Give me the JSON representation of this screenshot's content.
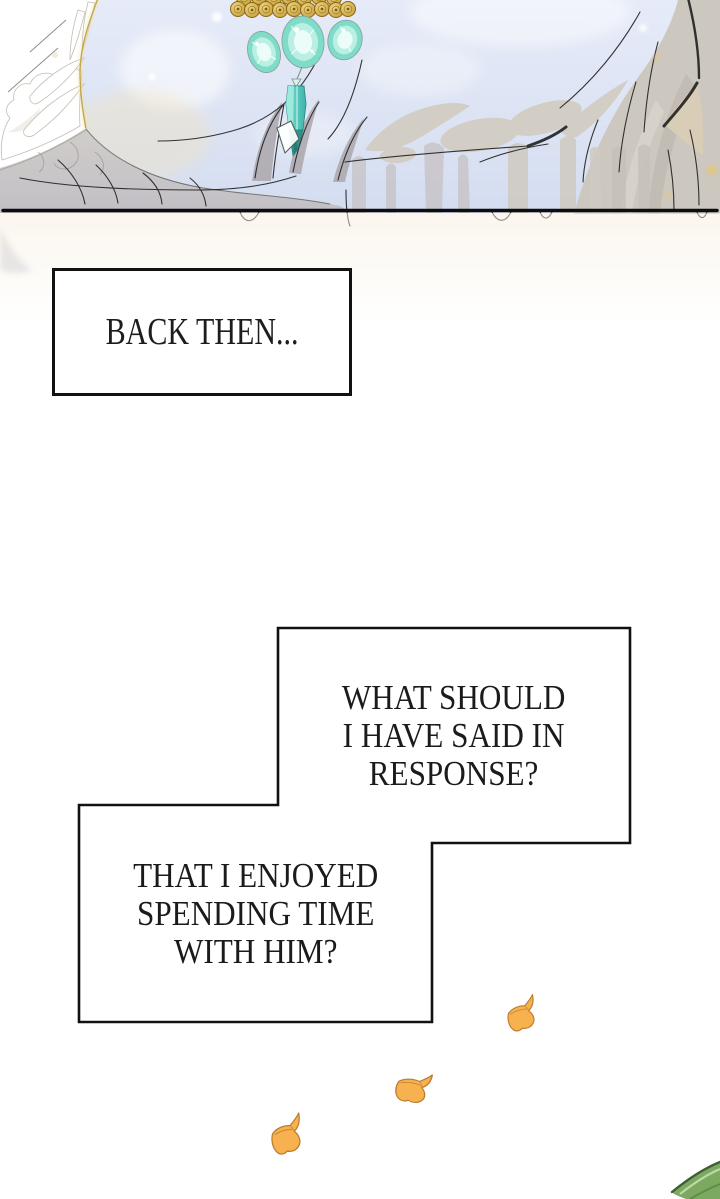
{
  "caption_box": {
    "text": "BACK THEN..."
  },
  "speech_bubbles": {
    "top": "WHAT SHOULD\nI HAVE SAID IN\nRESPONSE?",
    "bottom": "THAT I ENJOYED\nSPENDING TIME\nWITH HIM?"
  },
  "colors": {
    "ink": "#1b1b1b",
    "panel_sky_blue": "#dce4f4",
    "hair_gray_cool": "#c1bfc5",
    "hair_gray_warm": "#ccc7bf",
    "gem_teal": "#7fdcc9",
    "gold": "#c9a139",
    "petal_orange": "#f7b14e",
    "leaf_green": "#7aa95f"
  }
}
